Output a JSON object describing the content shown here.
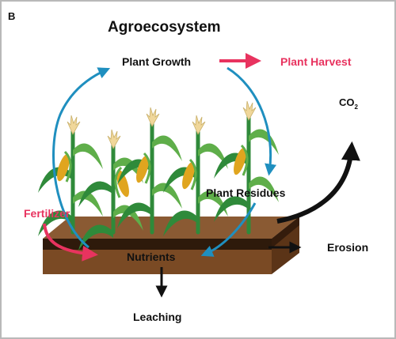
{
  "panel_label": "B",
  "title": "Agroecosystem",
  "labels": {
    "plant_growth": "Plant Growth",
    "plant_harvest": "Plant Harvest",
    "co2_main": "CO",
    "co2_sub": "2",
    "plant_residues": "Plant Residues",
    "fertilizer": "Fertilizer",
    "nutrients": "Nutrients",
    "erosion": "Erosion",
    "leaching": "Leaching"
  },
  "colors": {
    "background": "#ffffff",
    "frame": "#b9b9b9",
    "cycle_arrow": "#1f8fbf",
    "input_output_red": "#e8335f",
    "black_arrow": "#111111",
    "soil_top": "#8a5a33",
    "soil_front": "#7a4a24",
    "soil_side": "#5b3417",
    "soil_dark_band": "#2e1a0b",
    "stalk_green": "#2f8a3a",
    "leaf_green": "#5fae4a",
    "tassel": "#f0d79a",
    "corn_ear": "#e0a51f"
  }
}
